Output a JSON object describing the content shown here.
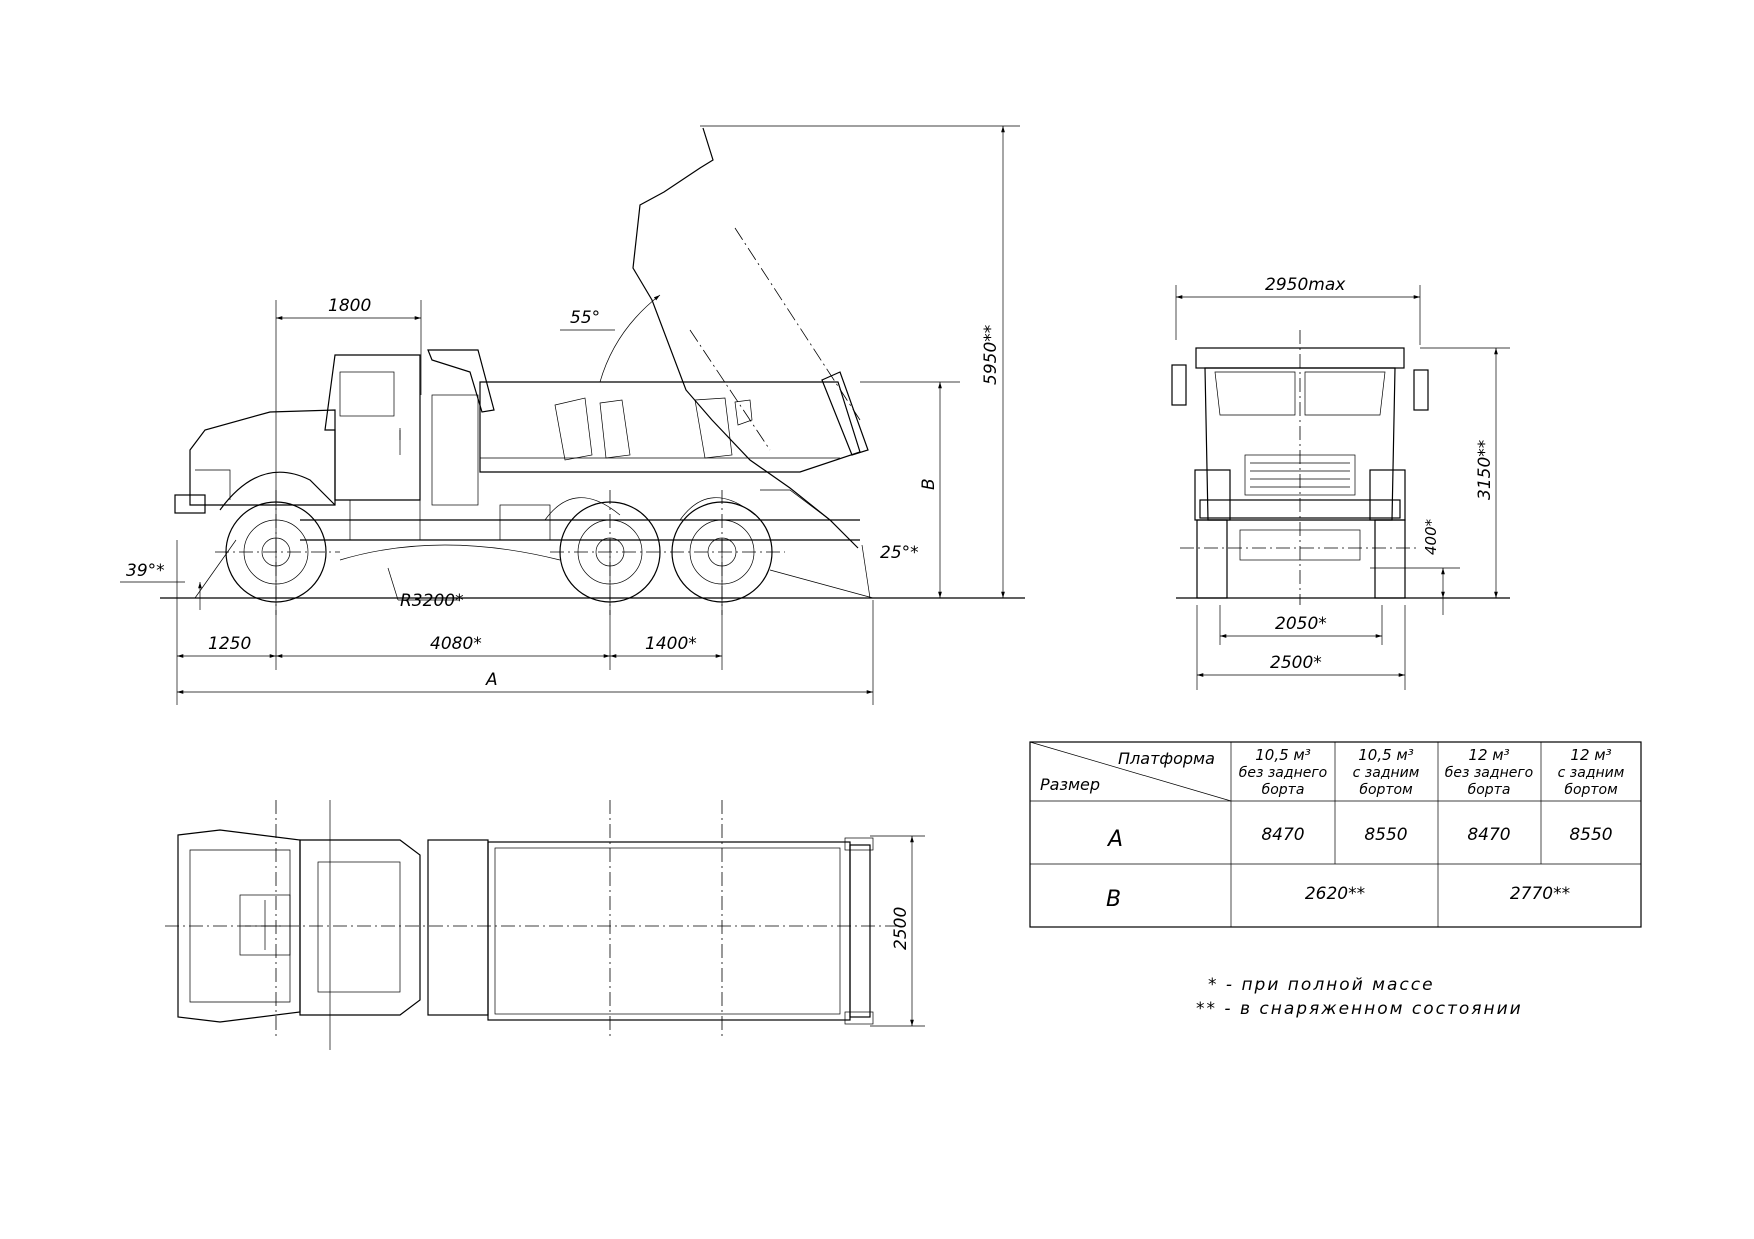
{
  "side_view": {
    "dim_cab": "1800",
    "angle_tip": "55°",
    "dim_height_tipped": "5950**",
    "dim_platform_height": "B",
    "angle_approach": "39°*",
    "angle_departure": "25°*",
    "radius": "R3200*",
    "dim_front_overhang": "1250",
    "dim_wheelbase": "4080*",
    "dim_bogie": "1400*",
    "dim_total_length": "A"
  },
  "front_view": {
    "dim_width_max": "2950max",
    "dim_height": "3150**",
    "dim_clearance": "400*",
    "dim_track": "2050*",
    "dim_width": "2500*"
  },
  "top_view": {
    "dim_platform_width": "2500"
  },
  "spec_table": {
    "header_platform": "Платформа",
    "header_size": "Размер",
    "columns": [
      {
        "volume": "10,5 м³",
        "line1": "без заднего",
        "line2": "борта"
      },
      {
        "volume": "10,5 м³",
        "line1": "с задним",
        "line2": "бортом"
      },
      {
        "volume": "12 м³",
        "line1": "без заднего",
        "line2": "борта"
      },
      {
        "volume": "12 м³",
        "line1": "с задним",
        "line2": "бортом"
      }
    ],
    "row_a": {
      "label": "A",
      "values": [
        "8470",
        "8550",
        "8470",
        "8550"
      ]
    },
    "row_b": {
      "label": "B",
      "values": [
        "2620**",
        "2770**"
      ]
    }
  },
  "notes": [
    "* - при полной массе",
    "** - в снаряженном состоянии"
  ]
}
